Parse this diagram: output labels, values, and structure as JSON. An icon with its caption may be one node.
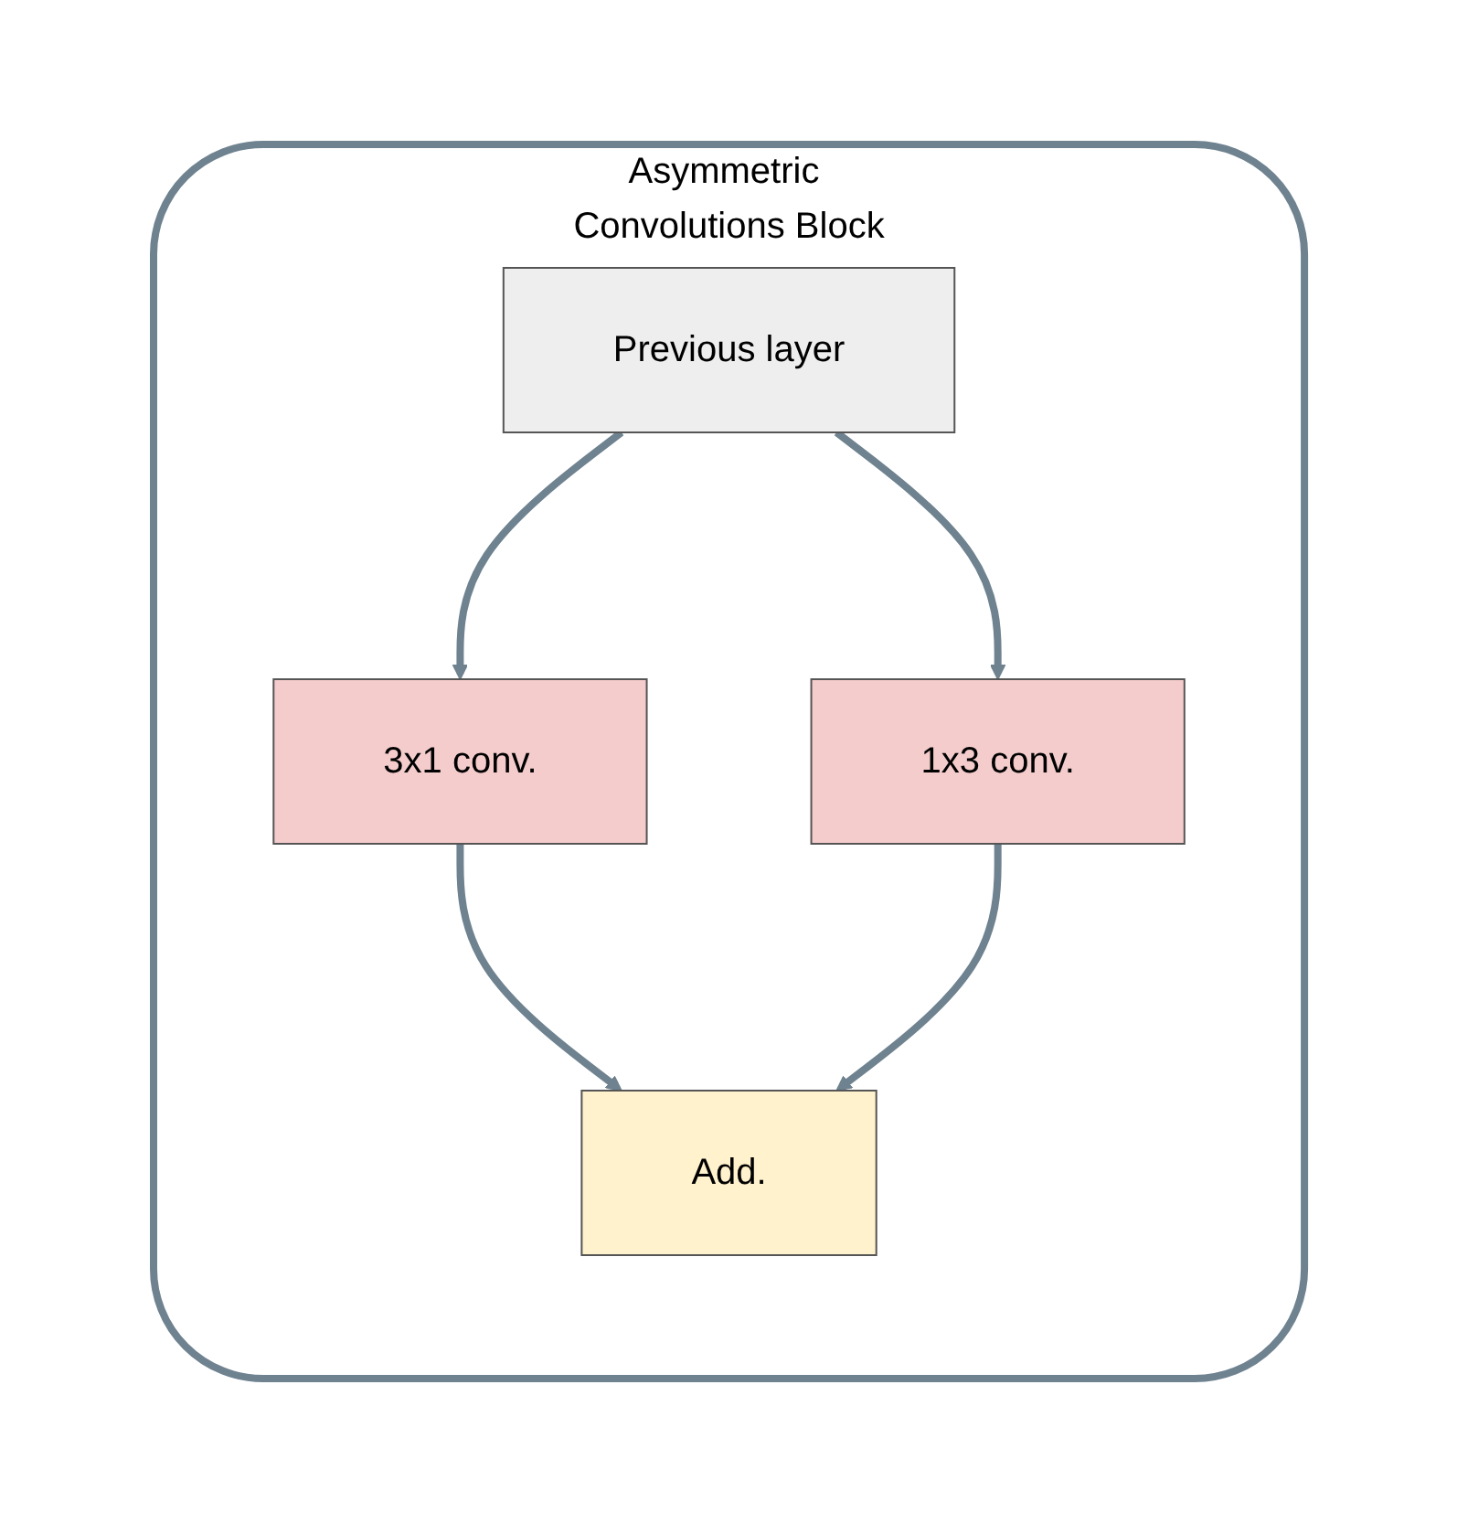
{
  "diagram": {
    "nodes": [
      {
        "text": [
          "Asymmetric Convolutions Block"
        ]
      },
      {
        "text": [
          "Previous layer"
        ],
        "in": 0
      },
      {
        "text": [
          "3x1 conv."
        ],
        "in": 0
      },
      {
        "text": [
          "1x3 conv."
        ],
        "in": 0
      },
      {
        "text": [
          "Add."
        ],
        "in": 0
      }
    ],
    "edges": [
      {
        "from": 1,
        "to": 2,
        "arrow": "to"
      },
      {
        "from": 1,
        "to": 3,
        "arrow": "to"
      },
      {
        "from": 2,
        "to": 4,
        "arrow": "to"
      },
      {
        "from": 3,
        "to": 4,
        "arrow": "to"
      }
    ]
  }
}
